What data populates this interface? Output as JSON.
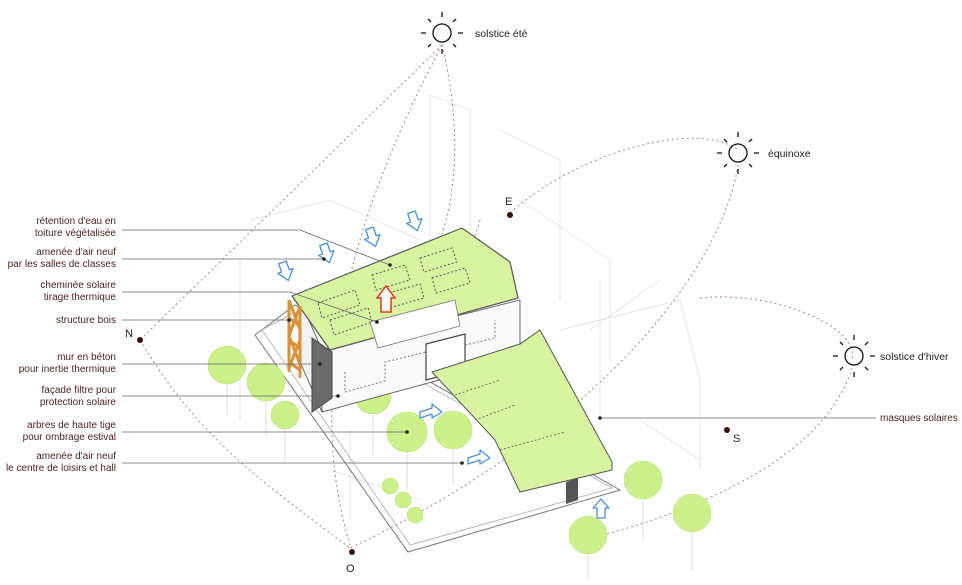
{
  "labels": {
    "retention_l1": "rétention d'eau en",
    "retention_l2": "toiture végétalisée",
    "amenee_l1": "amenée d'air neuf",
    "amenee_l2": "par les salles de classes",
    "cheminee_l1": "cheminée solaire",
    "cheminee_l2": "tirage thermique",
    "structure": "structure bois",
    "mur_l1": "mur en béton",
    "mur_l2": "pour inertie thermique",
    "facade_l1": "façade filtre pour",
    "facade_l2": "protection solaire",
    "arbres_l1": "arbres de haute tige",
    "arbres_l2": "pour ombrage estival",
    "loisirs_l1": "amenée d'air neuf",
    "loisirs_l2": "le centre de loisirs et hall",
    "masques": "masques solaires"
  },
  "suns": {
    "summer": "solstice été",
    "equinox": "équinoxe",
    "winter": "solstice d'hiver"
  },
  "cardinals": {
    "north": "N",
    "east": "E",
    "south": "S",
    "west": "O"
  },
  "colors": {
    "green_roof": "#d8f4a0",
    "tree": "#ccf08a",
    "airflow": "#4a90d9",
    "chimney": "#e03a1a",
    "timber": "#e8a446",
    "text": "#4a1f1f"
  }
}
